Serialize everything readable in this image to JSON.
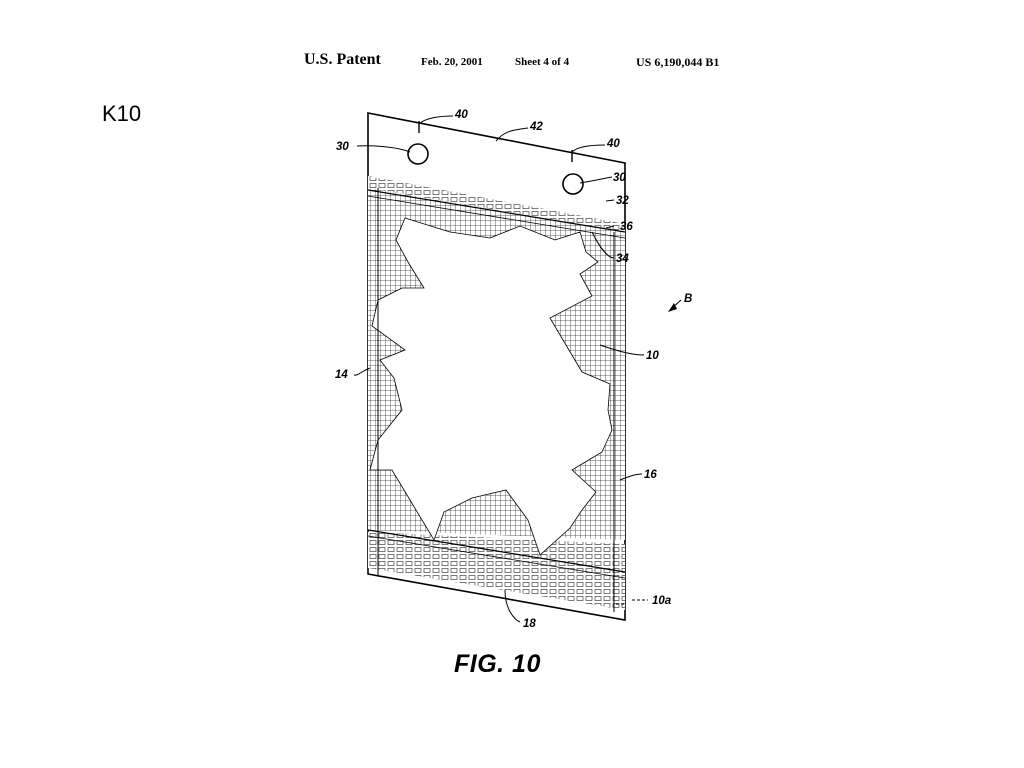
{
  "header": {
    "title": "U.S. Patent",
    "date": "Feb. 20, 2001",
    "sheet": "Sheet 4 of 4",
    "patent_number": "US 6,190,044 B1"
  },
  "slide_label": "K10",
  "figure": {
    "caption": "FIG. 10",
    "reference_numerals": {
      "r40a": "40",
      "r42": "42",
      "r40b": "40",
      "r30a": "30",
      "r30b": "30",
      "r32": "32",
      "r36": "36",
      "r34": "34",
      "rB": "B",
      "r10": "10",
      "r14": "14",
      "r16": "16",
      "r10a": "10a",
      "r18": "18"
    }
  }
}
